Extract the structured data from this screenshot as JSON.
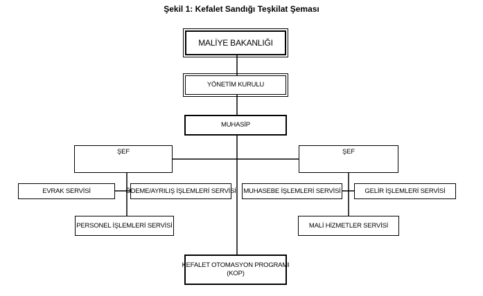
{
  "title": "Şekil 1: Kefalet Sandığı Teşkilat Şeması",
  "nodes": {
    "maliye": "MALİYE BAKANLIĞI",
    "yonetim": "YÖNETİM KURULU",
    "muhasip": "MUHASİP",
    "sef_left": "ŞEF",
    "sef_right": "ŞEF",
    "evrak": "EVRAK SERVİSİ",
    "odeme": "ÖDEME/AYRILIŞ İŞLEMLERİ SERVİSİ",
    "personel": "PERSONEL İŞLEMLERİ SERVİSİ",
    "muhasebe": "MUHASEBE İŞLEMLERİ SERVİSİ",
    "gelir": "GELİR İŞLEMLERİ SERVİSİ",
    "mali": "MALİ HİZMETLER SERVİSİ",
    "kop_line1": "KEFALET OTOMASYON PROGRAMI",
    "kop_line2": "(KOP)"
  }
}
